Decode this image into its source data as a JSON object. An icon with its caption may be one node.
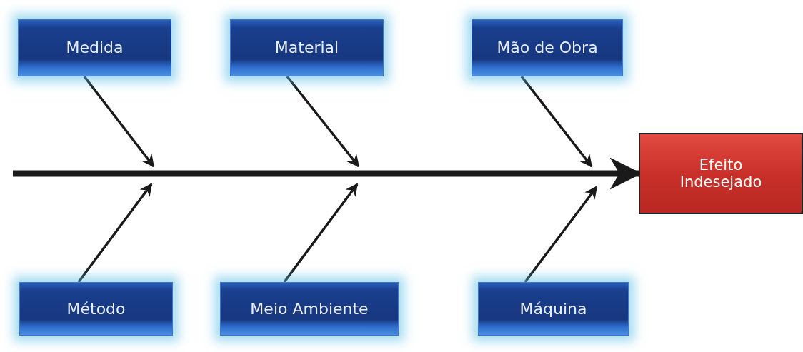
{
  "diagram": {
    "nodes": [
      {
        "text": [
          "Medida"
        ]
      },
      {
        "text": [
          "Material"
        ]
      },
      {
        "text": [
          "Mão de Obra"
        ]
      },
      {
        "text": [
          "Efeito Indesejado"
        ]
      },
      {
        "text": [
          "Método"
        ]
      },
      {
        "text": [
          "Meio Ambiente"
        ]
      },
      {
        "text": [
          "Máquina"
        ]
      }
    ],
    "edges": [
      {
        "from": null,
        "to": 3,
        "arrow": "to",
        "style": "thick"
      },
      {
        "from": 0,
        "to": null,
        "arrow": "to"
      },
      {
        "from": 1,
        "to": null,
        "arrow": "to"
      },
      {
        "from": 2,
        "to": null,
        "arrow": "to"
      },
      {
        "from": 4,
        "to": null,
        "arrow": "to"
      },
      {
        "from": 5,
        "to": null,
        "arrow": "to"
      },
      {
        "from": 6,
        "to": null,
        "arrow": "to"
      }
    ]
  }
}
